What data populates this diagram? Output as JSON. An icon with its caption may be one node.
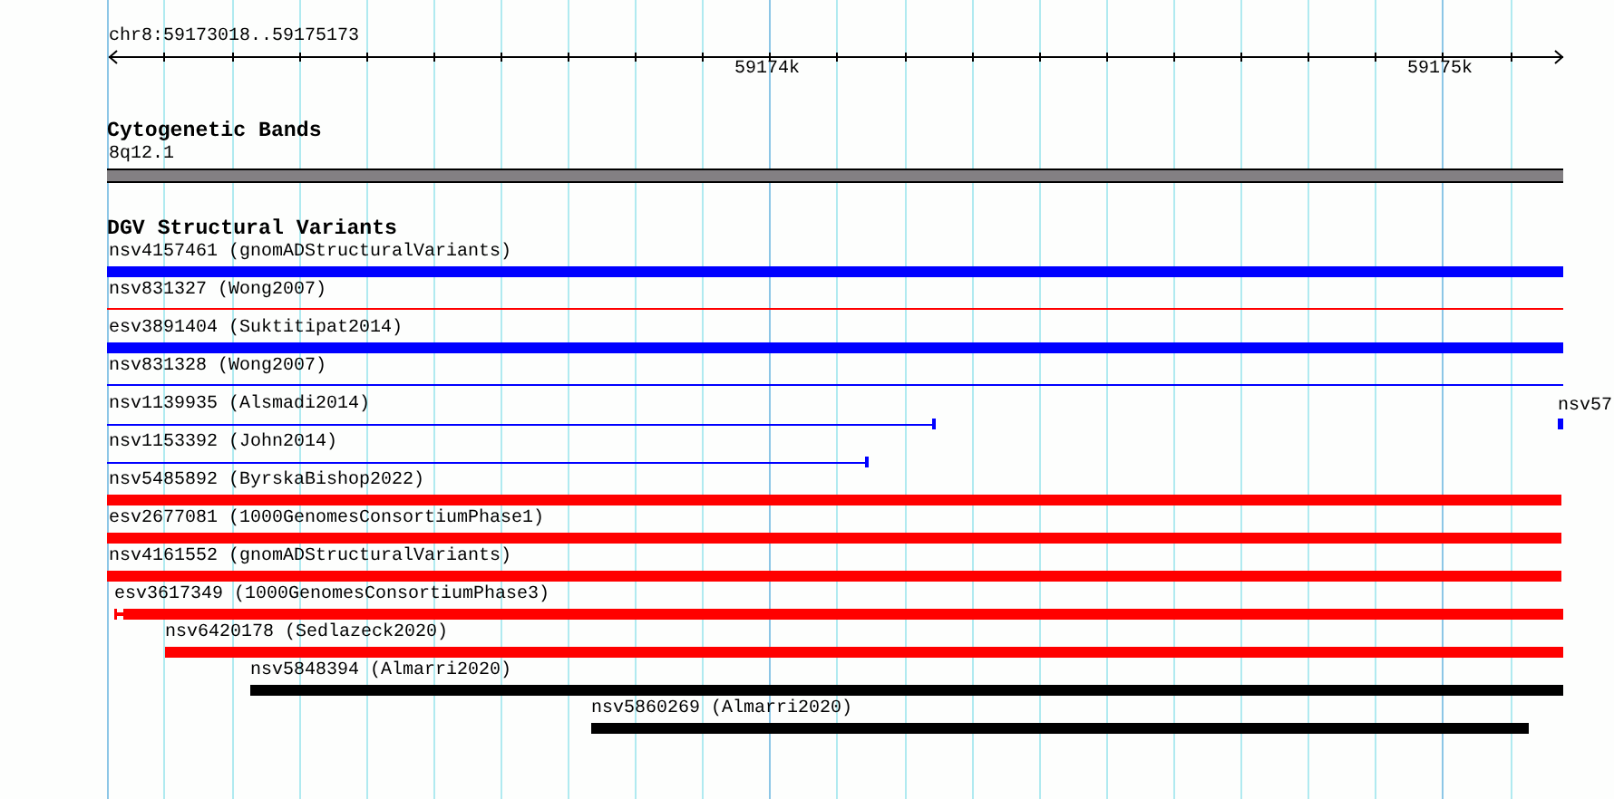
{
  "diagram": {
    "nodes": [
      {
        "text": [
          "8q12.1"
        ]
      },
      {
        "text": [
          "nsv4157461 (gnomADStructuralVariants)"
        ]
      },
      {
        "text": [
          "nsv831327 (Wong2007)"
        ]
      },
      {
        "text": [
          "esv3891404 (Suktitipat2014)"
        ]
      },
      {
        "text": [
          "nsv831328 (Wong2007)"
        ]
      },
      {
        "text": [
          "nsv1139935 (Alsmadi2014)"
        ]
      },
      {
        "text": [
          "nsv57"
        ]
      },
      {
        "text": [
          "nsv1153392 (John2014)"
        ]
      },
      {
        "text": [
          "nsv5485892 (ByrskaBishop2022)"
        ]
      },
      {
        "text": [
          "esv2677081 (1000GenomesConsortiumPhase1)"
        ]
      },
      {
        "text": [
          "nsv4161552 (gnomADStructuralVariants)"
        ]
      },
      {
        "text": [
          "esv3617349 (1000GenomesConsortiumPhase3)"
        ]
      },
      {
        "text": [
          "nsv6420178 (Sedlazeck2020)"
        ]
      },
      {
        "text": [
          "nsv5848394 (Almarri2020)"
        ]
      },
      {
        "text": [
          "nsv5860269 (Almarri2020)"
        ]
      }
    ],
    "labels": [
      "chr8:59173018..59175173",
      "59174k",
      "59175k",
      "Cytogenetic Bands",
      "DGV Structural Variants"
    ]
  }
}
